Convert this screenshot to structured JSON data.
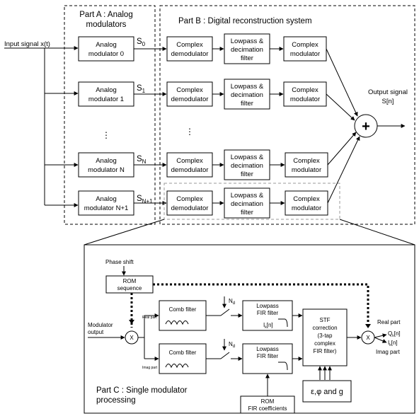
{
  "part_a": {
    "title_line1": "Part A : Analog",
    "title_line2": "modulators"
  },
  "part_b": {
    "title": "Part B : Digital reconstruction system"
  },
  "part_c": {
    "title_line1": "Part C : Single modulator",
    "title_line2": "processing"
  },
  "input_label": "Input signal x(t)",
  "output": {
    "label_line1": "Output signal",
    "label_line2": "S[n]",
    "sum_symbol": "+"
  },
  "modulators": [
    {
      "line1": "Analog",
      "line2": "modulator 0",
      "sig": "S",
      "sub": "0"
    },
    {
      "line1": "Analog",
      "line2": "modulator 1",
      "sig": "S",
      "sub": "1"
    },
    {
      "line1": "Analog",
      "line2": "modulator N",
      "sig": "S",
      "sub": "N"
    },
    {
      "line1": "Analog",
      "line2": "modulator N+1",
      "sig": "S",
      "sub": "N+1"
    }
  ],
  "ellipsis": "⋮",
  "demod": {
    "line1": "Complex",
    "line2": "demodulator"
  },
  "filter": {
    "line1": "Lowpass &",
    "line2": "decimation",
    "line3": "filter"
  },
  "mod": {
    "line1": "Complex",
    "line2": "modulator"
  },
  "detail": {
    "phase_shift": "Phase shift",
    "rom_seq_line1": "ROM",
    "rom_seq_line2": "sequence",
    "modulator_output_line1": "Modulator",
    "modulator_output_line2": "output",
    "real_part_small": "Real part",
    "imag_part_small": "Imag part",
    "mixer_symbol": "X",
    "comb_filter": "Comb filter",
    "nd": "N",
    "nd_sub": "d",
    "fir_line1": "Lowpass",
    "fir_line2": "FIR filter",
    "ik": "I",
    "ik_sub": "k",
    "ik_suffix": "[n]",
    "stf_line1": "STF",
    "stf_line2": "correction",
    "stf_line3": "(3-tap",
    "stf_line4": "complex",
    "stf_line5": "FIR filter)",
    "eps": "ε,φ and g",
    "rom_fir_line1": "ROM",
    "rom_fir_line2": "FIR coefficients",
    "real_part": "Real part",
    "imag_part": "Imag part",
    "qk": "Q",
    "qk_sub": "k",
    "qk_suffix": "[n]",
    "ik_out": "I",
    "ik_out_sub": "k",
    "ik_out_suffix": "[n]"
  }
}
